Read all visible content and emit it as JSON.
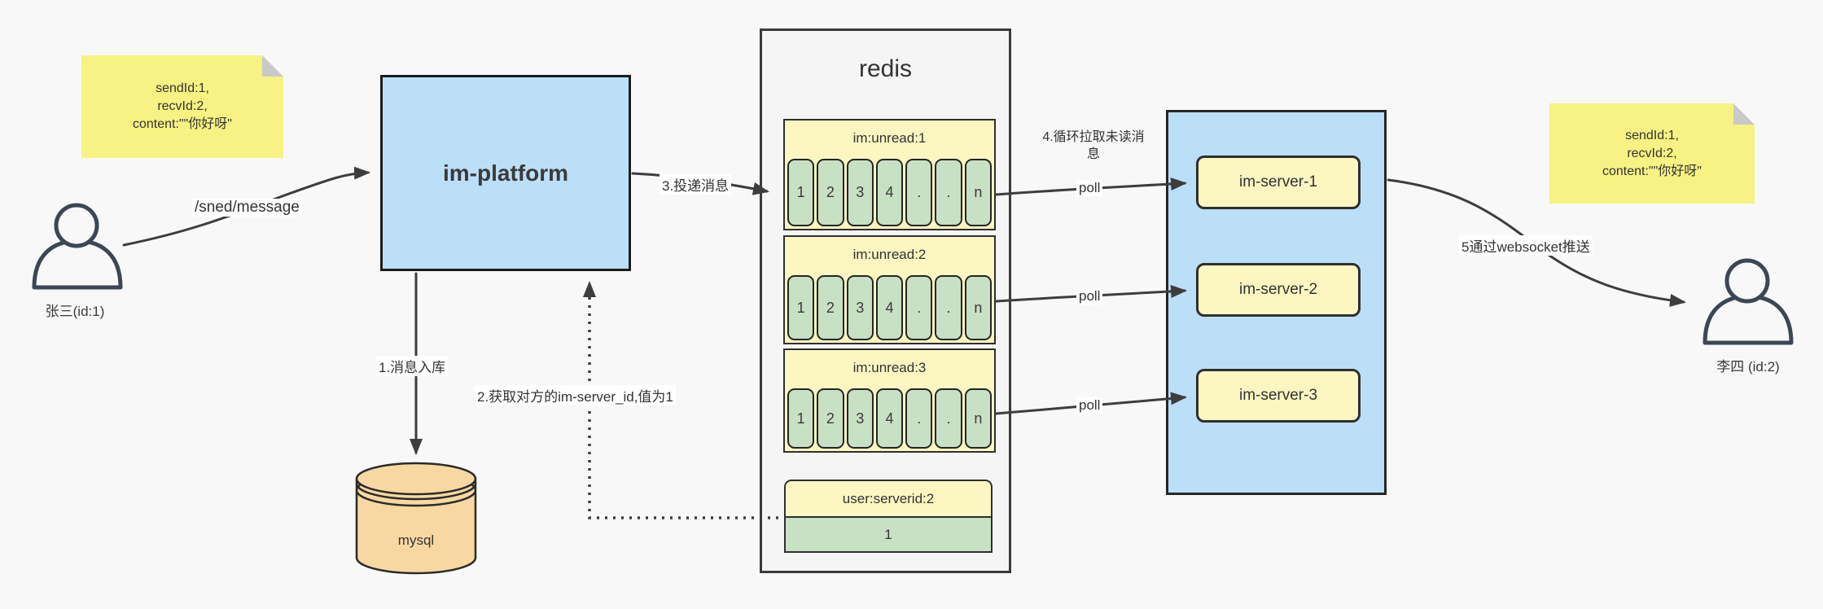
{
  "notes": {
    "left": {
      "lines": [
        "sendId:1,",
        "recvId:2,",
        "content:\"\"你好呀\""
      ]
    },
    "right": {
      "lines": [
        "sendId:1,",
        "recvId:2,",
        "content:\"\"你好呀\""
      ]
    }
  },
  "actors": {
    "sender": {
      "label": "张三(id:1)"
    },
    "receiver": {
      "label": "李四 (id:2)"
    }
  },
  "platform": {
    "label": "im-platform"
  },
  "database": {
    "label": "mysql"
  },
  "redis": {
    "title": "redis",
    "queues": [
      {
        "header": "im:unread:1",
        "cells": [
          "1",
          "2",
          "3",
          "4",
          ".",
          ".",
          "n"
        ]
      },
      {
        "header": "im:unread:2",
        "cells": [
          "1",
          "2",
          "3",
          "4",
          ".",
          ".",
          "n"
        ]
      },
      {
        "header": "im:unread:3",
        "cells": [
          "1",
          "2",
          "3",
          "4",
          ".",
          ".",
          "n"
        ]
      }
    ],
    "kv": {
      "header": "user:serverid:2",
      "value": "1"
    }
  },
  "cluster": {
    "servers": [
      {
        "label": "im-server-1"
      },
      {
        "label": "im-server-2"
      },
      {
        "label": "im-server-3"
      }
    ]
  },
  "edges": {
    "send_label": "/sned/message",
    "step1": "1.消息入库",
    "step2": "2.获取对方的im-server_id,值为1",
    "step3": "3.投递消息",
    "step4_line1": "4.循环拉取未读消",
    "step4_line2": "息",
    "poll1": "poll",
    "poll2": "poll",
    "poll3": "poll",
    "step5": "5通过websocket推送"
  },
  "colors": {
    "page-bg": "#f8f8f8",
    "blue": "#bcdff8",
    "note-yellow": "#f7f283",
    "box-yellow": "#fbf6c2",
    "green": "#c8e0c4",
    "orange": "#f8d8a2",
    "container-gray": "#f5f5f5",
    "line": "#3d3d3d",
    "text": "#333333"
  }
}
